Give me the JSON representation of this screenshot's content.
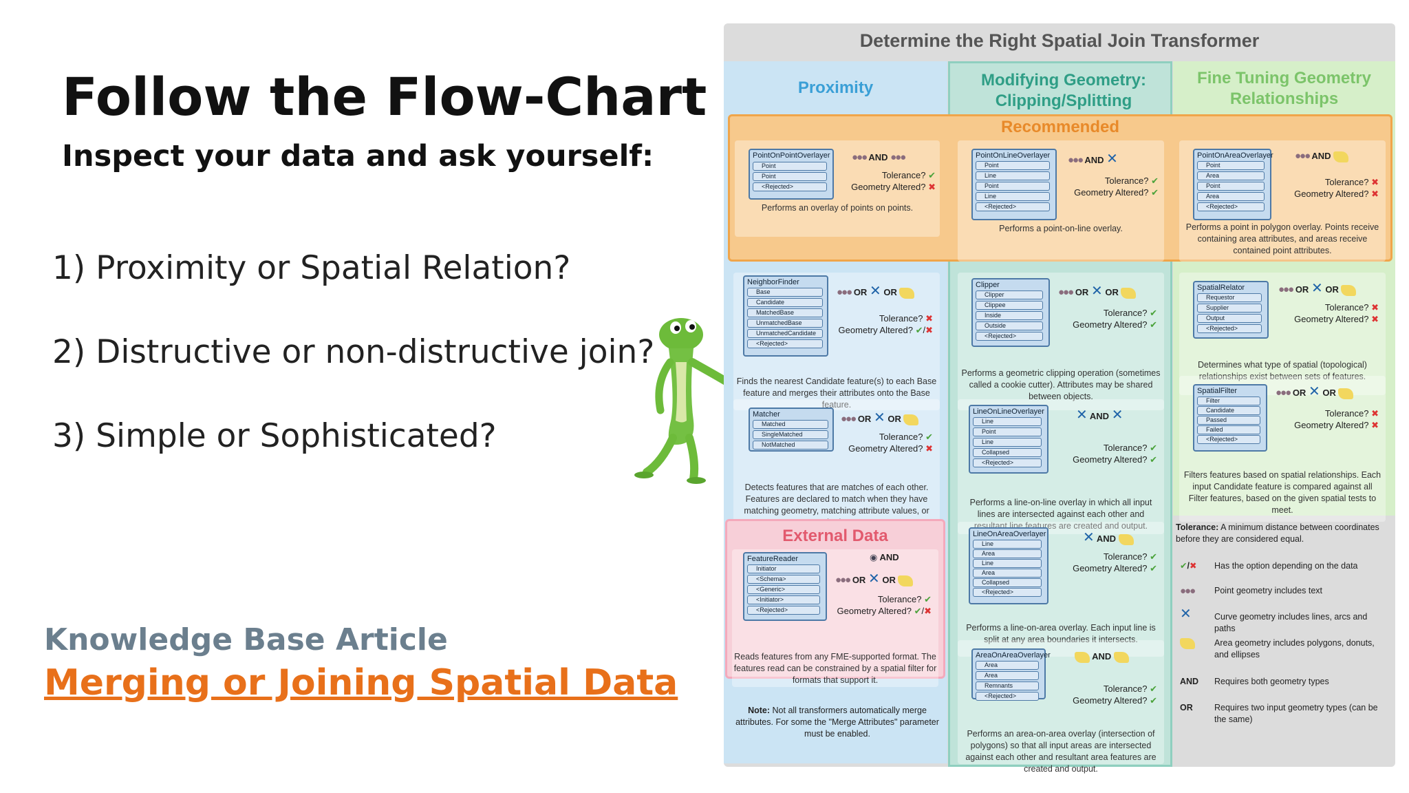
{
  "slide": {
    "title": "Follow the Flow-Chart",
    "subtitle": "Inspect your data and ask yourself:",
    "questions": [
      "1) Proximity or Spatial Relation?",
      "2) Distructive or non-distructive join?",
      "3) Simple or Sophisticated?"
    ],
    "kb_label": "Knowledge Base Article",
    "kb_link": "Merging or Joining Spatial Data"
  },
  "chart": {
    "title": "Determine the Right Spatial Join Transformer",
    "columns": [
      "Proximity",
      "Modifying Geometry: Clipping/Splitting",
      "Fine Tuning Geometry Relationships"
    ],
    "recommended": "Recommended",
    "external": "External Data",
    "transformers": {
      "pop": {
        "name": "PointOnPointOverlayer",
        "ports": [
          "Point",
          "Point",
          "<Rejected>"
        ],
        "logic": "AND",
        "tolerance": "Tolerance?",
        "geometry": "Geometry Altered?",
        "desc": "Performs an overlay of points on points."
      },
      "pol": {
        "name": "PointOnLineOverlayer",
        "ports": [
          "Point",
          "Line",
          "Point",
          "Line",
          "<Rejected>"
        ],
        "logic": "AND",
        "tolerance": "Tolerance?",
        "geometry": "Geometry Altered?",
        "desc": "Performs a point-on-line overlay."
      },
      "poa": {
        "name": "PointOnAreaOverlayer",
        "ports": [
          "Point",
          "Area",
          "Point",
          "Area",
          "<Rejected>"
        ],
        "logic": "AND",
        "tolerance": "Tolerance?",
        "geometry": "Geometry Altered?",
        "desc": "Performs a point in polygon overlay. Points receive containing area attributes, and areas receive contained point attributes."
      },
      "nf": {
        "name": "NeighborFinder",
        "ports": [
          "Base",
          "Candidate",
          "MatchedBase",
          "UnmatchedBase",
          "UnmatchedCandidate",
          "<Rejected>"
        ],
        "logic1": "OR",
        "logic2": "OR",
        "tolerance": "Tolerance?",
        "geometry": "Geometry Altered?",
        "desc": "Finds the nearest Candidate feature(s) to each Base feature and merges their attributes onto the Base feature."
      },
      "matcher": {
        "name": "Matcher",
        "ports": [
          "Matched",
          "SingleMatched",
          "NotMatched"
        ],
        "logic1": "OR",
        "logic2": "OR",
        "tolerance": "Tolerance?",
        "geometry": "Geometry Altered?",
        "desc": "Detects features that are matches of each other. Features are declared to match when they have matching geometry, matching attribute values, or both."
      },
      "clipper": {
        "name": "Clipper",
        "ports": [
          "Clipper",
          "Clippee",
          "Inside",
          "Outside",
          "<Rejected>"
        ],
        "logic1": "OR",
        "logic2": "OR",
        "tolerance": "Tolerance?",
        "geometry": "Geometry Altered?",
        "desc": "Performs a geometric clipping operation (sometimes called a cookie cutter). Attributes may be shared between objects."
      },
      "lol": {
        "name": "LineOnLineOverlayer",
        "ports": [
          "Line",
          "Point",
          "Line",
          "Collapsed",
          "<Rejected>"
        ],
        "logic": "AND",
        "tolerance": "Tolerance?",
        "geometry": "Geometry Altered?",
        "desc": "Performs a line-on-line overlay in which all input lines are intersected against each other and resultant line features are created and output."
      },
      "loa": {
        "name": "LineOnAreaOverlayer",
        "ports": [
          "Line",
          "Area",
          "Line",
          "Area",
          "Collapsed",
          "<Rejected>"
        ],
        "logic": "AND",
        "tolerance": "Tolerance?",
        "geometry": "Geometry Altered?",
        "desc": "Performs a line-on-area overlay. Each input line is split at any area boundaries it intersects."
      },
      "aoa": {
        "name": "AreaOnAreaOverlayer",
        "ports": [
          "Area",
          "Area",
          "Remnants",
          "<Rejected>"
        ],
        "logic": "AND",
        "tolerance": "Tolerance?",
        "geometry": "Geometry Altered?",
        "desc": "Performs an area-on-area overlay (intersection of polygons) so that all input areas are intersected against each other and resultant area features are created and output."
      },
      "sr": {
        "name": "SpatialRelator",
        "ports": [
          "Requestor",
          "Supplier",
          "Output",
          "<Rejected>"
        ],
        "logic1": "OR",
        "logic2": "OR",
        "tolerance": "Tolerance?",
        "geometry": "Geometry Altered?",
        "desc": "Determines what type of spatial (topological) relationships exist between sets of features."
      },
      "sf": {
        "name": "SpatialFilter",
        "ports": [
          "Filter",
          "Candidate",
          "Passed",
          "Failed",
          "<Rejected>"
        ],
        "logic1": "OR",
        "logic2": "OR",
        "tolerance": "Tolerance?",
        "geometry": "Geometry Altered?",
        "desc": "Filters features based on spatial relationships. Each input Candidate feature is compared against all Filter features, based on the given spatial tests to meet."
      },
      "fr": {
        "name": "FeatureReader",
        "ports": [
          "Initiator",
          "<Schema>",
          "<Generic>",
          "<Initiator>",
          "<Rejected>"
        ],
        "logic0": "AND",
        "logic1": "OR",
        "logic2": "OR",
        "tolerance": "Tolerance?",
        "geometry": "Geometry Altered?",
        "desc": "Reads features from any FME-supported format. The features read can be constrained by a spatial filter for formats that support it."
      }
    },
    "note_bold": "Note:",
    "note": "Not all transformers automatically merge attributes. For some the \"Merge Attributes\" parameter must be enabled.",
    "legend": {
      "tolerance_key": "Tolerance:",
      "tolerance_text": "A minimum distance between coordinates before they are considered equal.",
      "option_text": "Has the option depending on the data",
      "point_text": "Point geometry includes text",
      "curve_text": "Curve geometry includes lines, arcs and paths",
      "area_text": "Area geometry includes polygons, donuts, and ellipses",
      "and_key": "AND",
      "and_text": "Requires both geometry types",
      "or_key": "OR",
      "or_text": "Requires two input geometry types (can be the same)"
    }
  },
  "colors": {
    "accent_link": "#e8701a",
    "kb_label": "#6b7f8e",
    "proximity": "#3a9fd6",
    "modifying": "#2f9e86",
    "fine": "#7cc46a",
    "recommended": "#e88a2a",
    "external": "#e25a6e"
  },
  "icons": [
    "gecko-mascot",
    "point-geometry-icon",
    "curve-geometry-icon",
    "area-geometry-icon",
    "check-icon",
    "cross-icon"
  ]
}
